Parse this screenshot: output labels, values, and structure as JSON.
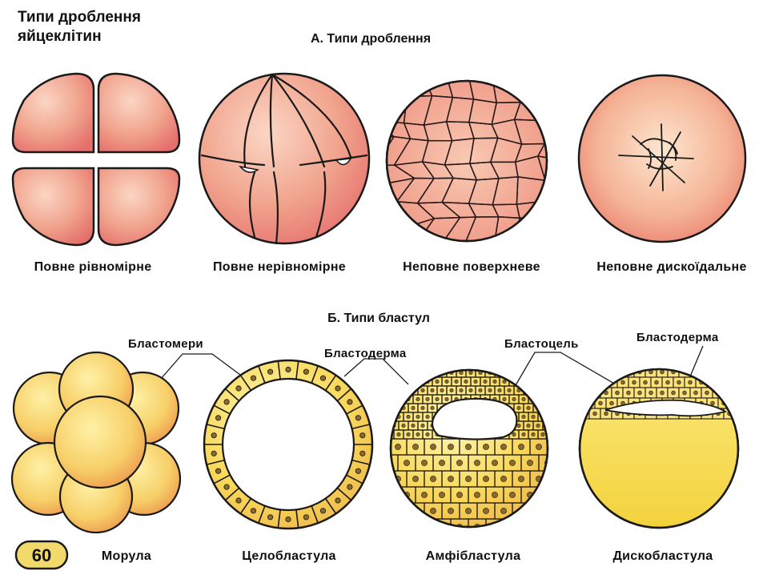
{
  "title": {
    "line1": "Типи дроблення",
    "line2": "яйцеклітин"
  },
  "section_a": {
    "heading": "А. Типи дроблення",
    "items": [
      {
        "label": "Повне рівномірне"
      },
      {
        "label": "Повне нерівномірне"
      },
      {
        "label": "Неповне поверхневе"
      },
      {
        "label": "Неповне дискоїдальне"
      }
    ]
  },
  "section_b": {
    "heading": "Б. Типи бластул",
    "callouts": {
      "blastomeres": "Бластомери",
      "blastoderm_1": "Бластодерма",
      "blastocoel": "Бластоцель",
      "blastoderm_2": "Бластодерма"
    },
    "items": [
      {
        "label": "Морула"
      },
      {
        "label": "Целобластула"
      },
      {
        "label": "Амфібластула"
      },
      {
        "label": "Дискобластула"
      }
    ]
  },
  "page_number": "60",
  "colors": {
    "cleavage_fill": "#ef8f86",
    "cleavage_light": "#f9d0c0",
    "yolk_fill": "#f5dc58",
    "yolk_light": "#fff3a8",
    "morula_fill": "#f7d36a",
    "outline": "#1a1a1a",
    "page_badge": "#f2d96b"
  }
}
